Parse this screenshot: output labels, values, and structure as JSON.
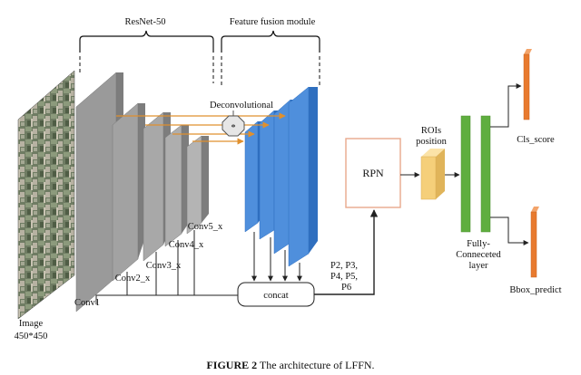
{
  "brackets": {
    "resnet": "ResNet-50",
    "fusion": "Feature fusion module"
  },
  "labels": {
    "deconv": "Deconvolutional",
    "star": "*",
    "rpn": "RPN",
    "rois_line1": "ROIs",
    "rois_line2": "position",
    "cls": "Cls_score",
    "bbox": "Bbox_predict",
    "fc_line1": "Fully-",
    "fc_line2": "Conneceted",
    "fc_line3": "layer",
    "concat": "concat",
    "p_line1": "P2, P3,",
    "p_line2": "P4, P5,",
    "p_line3": "P6",
    "image_line1": "Image",
    "image_line2": "450*450",
    "conv1": "Conv1",
    "conv2": "Conv2_x",
    "conv3": "Conv3_x",
    "conv4": "Conv4_x",
    "conv5": "Conv5_x"
  },
  "caption": {
    "figure": "FIGURE 2",
    "text": " The architecture of LFFN."
  },
  "colors": {
    "gray_front": "#9a9a9a",
    "gray_top": "#c8c8c8",
    "gray_side": "#7d7d7d",
    "blue_front": "#4f8fdc",
    "blue_top": "#9fc4ee",
    "blue_side": "#2f6fbf",
    "green": "#5fae3f",
    "orange": "#e87a2e",
    "roi": "#f5cf7a",
    "rpn_border": "#e8a98c",
    "deconv_arrow": "#e0902e"
  }
}
